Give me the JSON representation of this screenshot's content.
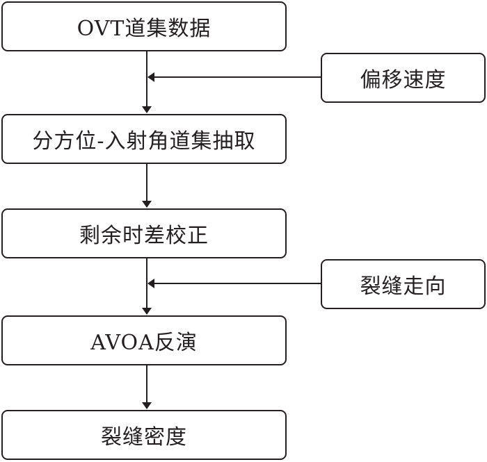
{
  "flow": {
    "step1": "OVT道集数据",
    "step2": "分方位-入射角道集抽取",
    "step3": "剩余时差校正",
    "step4": "AVOA反演",
    "step5": "裂缝密度"
  },
  "inputs": {
    "input1": "偏移速度",
    "input2": "裂缝走向"
  },
  "colors": {
    "stroke": "#231f20",
    "background": "#ffffff"
  }
}
